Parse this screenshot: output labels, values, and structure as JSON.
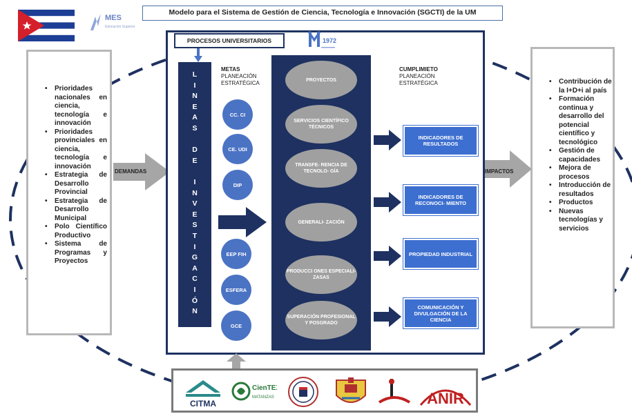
{
  "title": "Modelo para el Sistema de Gestión de Ciencia, Tecnología e Innovación (SGCTI) de la UM",
  "header_logos": {
    "mes_text": "MES",
    "mes_sub": "Educación Superior",
    "um_mark": "UM"
  },
  "left_box": {
    "items": [
      "Prioridades nacionales en ciencia, tecnología e innovación",
      "Prioridades provinciales en ciencia, tecnología e innovación",
      "Estrategia de Desarrollo Provincial",
      "Estrategia de Desarrollo Municipal",
      "Polo Científico Productivo",
      "Sistema de Programas y Proyectos"
    ]
  },
  "demandas_label": "DEMANDAS",
  "impactos_label": "IMPACTOS",
  "procesos_label": "PROCESOS UNIVERSITARIOS",
  "lineas_letters": [
    "L",
    "I",
    "N",
    "E",
    "A",
    "S",
    "",
    "D",
    "E",
    "",
    "I",
    "N",
    "V",
    "E",
    "S",
    "T",
    "I",
    "G",
    "A",
    "C",
    "I",
    "Ó",
    "N"
  ],
  "metas": {
    "title": "METAS",
    "subtitle": "PLANEACIÓN ESTRATÉGICA",
    "circles": [
      "CC. CI",
      "CE. UDI",
      "DIP",
      "EEP FIH",
      "ESFERA",
      "GCE"
    ]
  },
  "center_ovals": [
    "PROYECTOS",
    "SERVICIOS CIENTÍFICO TÉCNICOS",
    "TRANSFE- RENCIA DE TECNOLO- GÍA",
    "GENERALI- ZACIÓN",
    "PRODUCCI ONES ESPECIALI- ZASAS",
    "SUPERACIÓN PROFESIONAL Y POSGRADO"
  ],
  "cumplimiento": {
    "title": "CUMPLIMIETO",
    "subtitle": "PLANEACIÓN ESTRATÉGICA",
    "boxes": [
      "INDICADORES DE RESULTADOS",
      "INDICADORES DE RECONOCI- MIENTO",
      "PROPIEDAD INDUSTRIAL",
      "COMUNICACIÓN Y DIVULGACIÓN DE LA CIENCIA"
    ]
  },
  "right_box": {
    "items": [
      "Contribución de la I+D+i al país",
      "Formación continua y desarrollo del potencial científico y tecnológico",
      "Gestión de capacidades",
      "Mejora de procesos",
      "Introducción de resultados",
      "Productos",
      "Nuevas tecnologías y servicios"
    ]
  },
  "bottom_logos": {
    "citma": "CITMA",
    "cientex": "CienTEX",
    "cientex_sub": "MATANZAS",
    "anir": "ANIR"
  },
  "colors": {
    "navy": "#1e3160",
    "blue": "#3d6fd0",
    "circle_blue": "#4b73c4",
    "oval_gray": "#a0a0a0",
    "arrow_gray": "#a6a6a6"
  }
}
